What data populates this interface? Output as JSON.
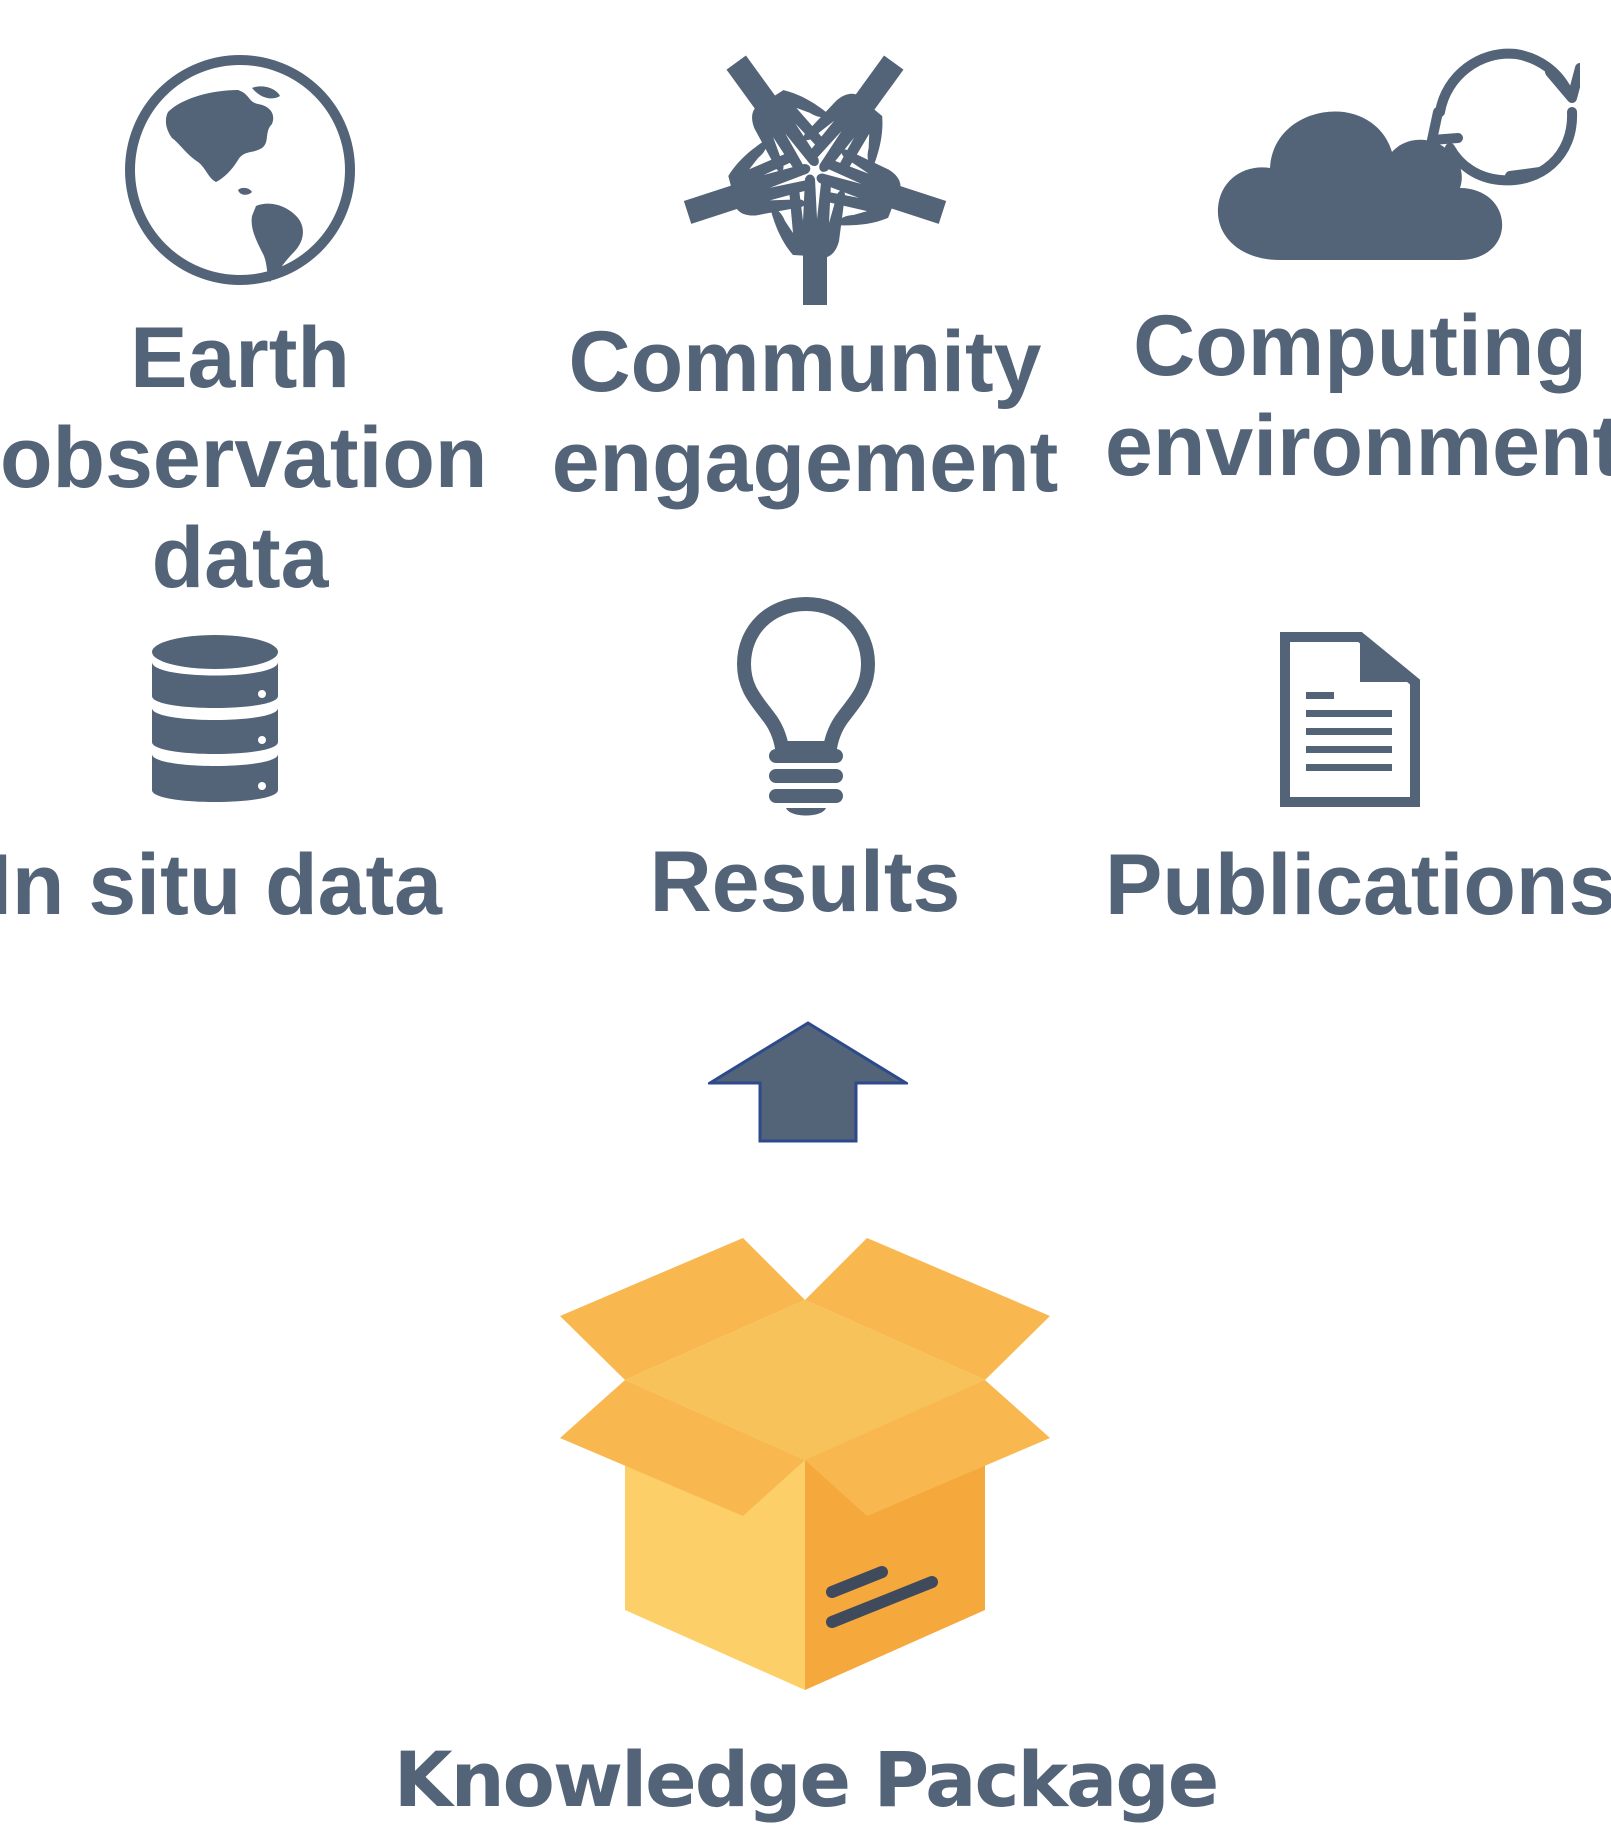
{
  "items": [
    {
      "id": "earth",
      "label": [
        "Earth",
        "observation",
        "data"
      ],
      "icon": "globe-icon"
    },
    {
      "id": "community",
      "label": [
        "Community",
        "engagement"
      ],
      "icon": "joined-hands-icon"
    },
    {
      "id": "computing",
      "label": [
        "Computing",
        "environment"
      ],
      "icon": "cloud-sync-icon"
    },
    {
      "id": "insitu",
      "label": [
        "In situ data"
      ],
      "icon": "database-icon"
    },
    {
      "id": "results",
      "label": [
        "Results"
      ],
      "icon": "lightbulb-icon"
    },
    {
      "id": "publications",
      "label": [
        "Publications"
      ],
      "icon": "document-icon"
    }
  ],
  "arrow": {
    "icon": "arrow-up-icon"
  },
  "package": {
    "label": "Knowledge Package",
    "icon": "open-box-icon"
  },
  "colors": {
    "icon": "#536378",
    "text": "#536378",
    "arrow_stroke": "#2c4a8c",
    "box_light": "#fccf68",
    "box_mid": "#f8b84f",
    "box_dark": "#f5a83c",
    "box_top": "#f7c25a"
  }
}
